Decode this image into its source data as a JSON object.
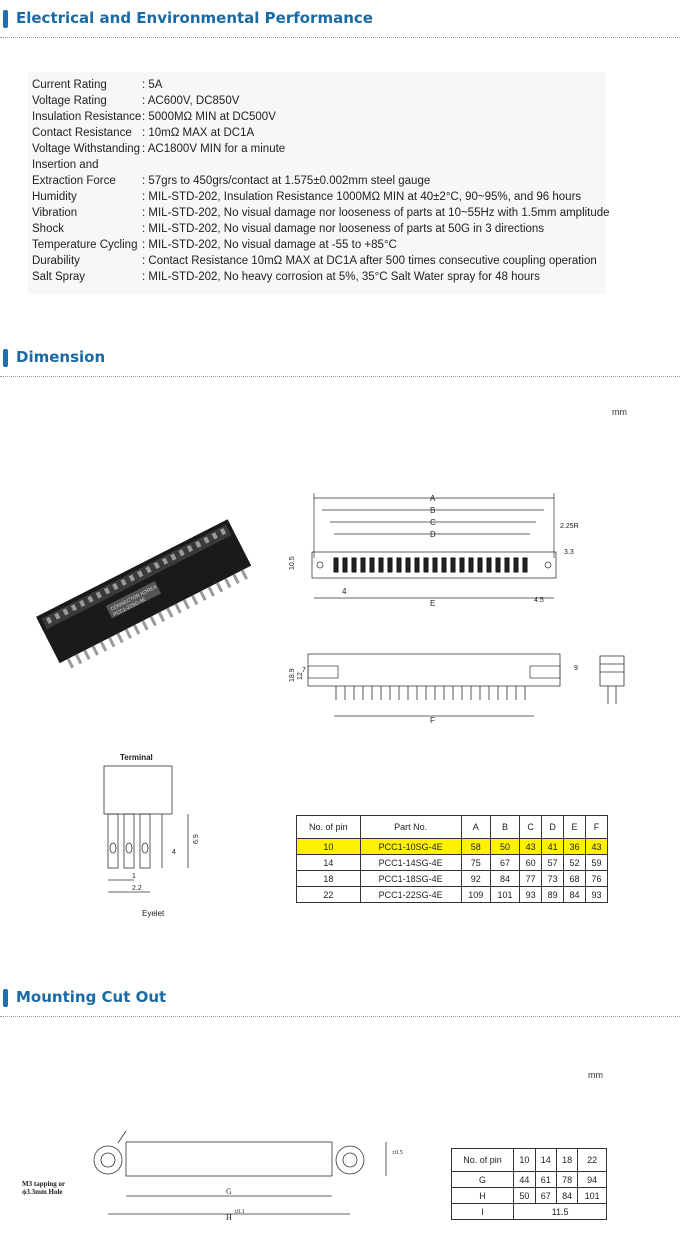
{
  "sections": {
    "electrical": "Electrical and Environmental Performance",
    "dimension": "Dimension",
    "mounting": "Mounting Cut Out"
  },
  "specs": [
    {
      "label": "Current Rating",
      "value": ": 5A"
    },
    {
      "label": "Voltage Rating",
      "value": ": AC600V, DC850V"
    },
    {
      "label": "Insulation Resistance",
      "value": ": 5000MΩ MIN at DC500V"
    },
    {
      "label": "Contact Resistance",
      "value": ": 10mΩ MAX at DC1A"
    },
    {
      "label": "Voltage Withstanding",
      "value": ": AC1800V MIN for a minute"
    },
    {
      "label": "Insertion and",
      "value": ""
    },
    {
      "label": "  Extraction Force",
      "value": ": 57grs to 450grs/contact at 1.575±0.002mm steel gauge"
    },
    {
      "label": "Humidity",
      "value": ": MIL-STD-202, Insulation Resistance 1000MΩ MIN at 40±2°C, 90~95%, and 96 hours"
    },
    {
      "label": "Vibration",
      "value": ": MIL-STD-202, No visual damage nor looseness of parts at 10~55Hz with 1.5mm amplitude"
    },
    {
      "label": "Shock",
      "value": ": MIL-STD-202, No visual damage nor looseness of parts at 50G in 3 directions"
    },
    {
      "label": "Temperature Cycling",
      "value": ": MIL-STD-202, No visual damage at -55 to +85°C"
    },
    {
      "label": "Durability",
      "value": ": Contact Resistance 10mΩ MAX at DC1A after 500 times consecutive coupling operation"
    },
    {
      "label": "Salt Spray",
      "value": ": MIL-STD-202, No heavy corrosion at 5%, 35°C Salt Water spray for 48 hours"
    }
  ],
  "unit_mm": "mm",
  "drawing_labels": {
    "a": "A",
    "b": "B",
    "c": "C",
    "d": "D",
    "e": "E",
    "f": "F",
    "r225": "2.25R",
    "d105": "10.5",
    "d4": "4",
    "d45": "4.5",
    "d33": "3.3",
    "d189": "18.9",
    "d12": "12",
    "d7": "7",
    "d9": "9",
    "terminal": "Terminal",
    "eyelet": "Eyelet",
    "d69": "6.9",
    "d1": "1",
    "d22": "2.2",
    "d4t": "4",
    "connector_brand": "CONNECTOR KOREA",
    "connector_part": "PCC1-22SG-4E",
    "m3": "M3 tapping or",
    "hole": "ϕ3.3mm Hole",
    "g": "G",
    "h": "H",
    "tol01": "±0.1",
    "tol05": "±0.5"
  },
  "dim_table": {
    "headers": [
      "No. of pin",
      "Part No.",
      "A",
      "B",
      "C",
      "D",
      "E",
      "F"
    ],
    "rows": [
      [
        "10",
        "PCC1-10SG-4E",
        "58",
        "50",
        "43",
        "41",
        "36",
        "43"
      ],
      [
        "14",
        "PCC1-14SG-4E",
        "75",
        "67",
        "60",
        "57",
        "52",
        "59"
      ],
      [
        "18",
        "PCC1-18SG-4E",
        "92",
        "84",
        "77",
        "73",
        "68",
        "76"
      ],
      [
        "22",
        "PCC1-22SG-4E",
        "109",
        "101",
        "93",
        "89",
        "84",
        "93"
      ]
    ],
    "highlight_row": 0
  },
  "cut_table": {
    "headers": [
      "No. of pin",
      "10",
      "14",
      "18",
      "22"
    ],
    "rows": [
      [
        "G",
        "44",
        "61",
        "78",
        "94"
      ],
      [
        "H",
        "50",
        "67",
        "84",
        "101"
      ],
      [
        "I",
        "11.5"
      ]
    ]
  },
  "colors": {
    "accent": "#1a6aa6",
    "highlight": "#fff200"
  }
}
